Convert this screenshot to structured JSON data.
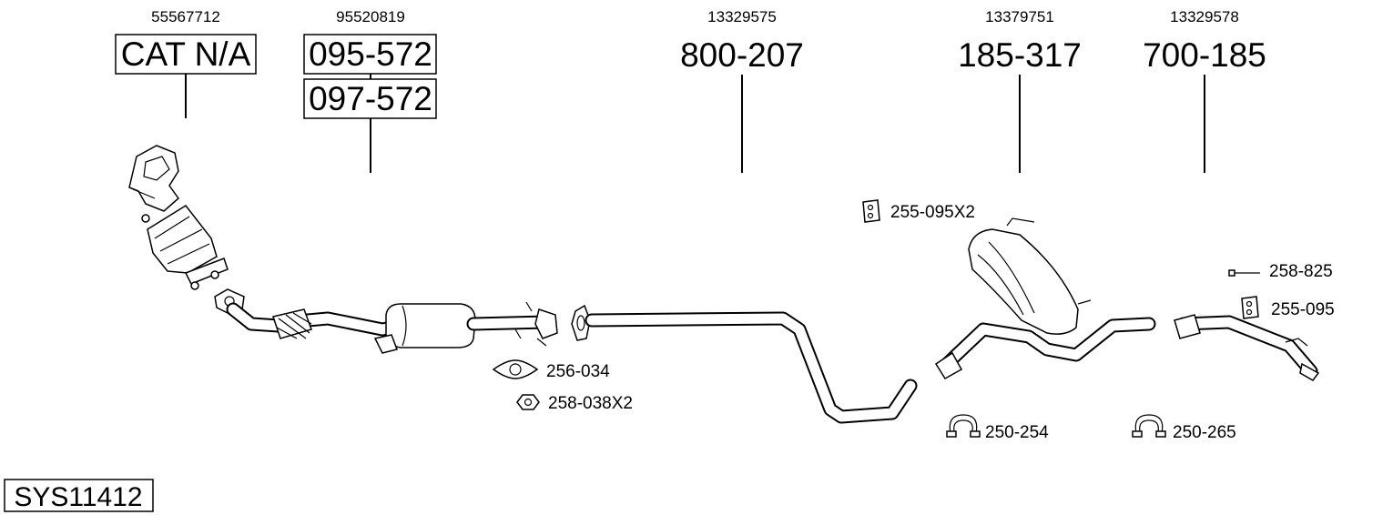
{
  "parts": [
    {
      "oe": "55567712",
      "number": "CAT N/A",
      "boxed": true
    },
    {
      "oe": "95520819",
      "number": "095-572",
      "boxed": true,
      "alt_number": "097-572"
    },
    {
      "oe": "13329575",
      "number": "800-207",
      "boxed": false
    },
    {
      "oe": "13379751",
      "number": "185-317",
      "boxed": false
    },
    {
      "oe": "13329578",
      "number": "700-185",
      "boxed": false
    }
  ],
  "accessories": [
    {
      "label": "255-095X2",
      "icon": "rubber-hanger-icon"
    },
    {
      "label": "258-825",
      "icon": "bolt-icon"
    },
    {
      "label": "255-095",
      "icon": "rubber-hanger-icon"
    },
    {
      "label": "256-034",
      "icon": "gasket-icon"
    },
    {
      "label": "258-038X2",
      "icon": "nut-icon"
    },
    {
      "label": "250-254",
      "icon": "clamp-icon"
    },
    {
      "label": "250-265",
      "icon": "clamp-icon"
    }
  ],
  "system_id": "SYS11412"
}
